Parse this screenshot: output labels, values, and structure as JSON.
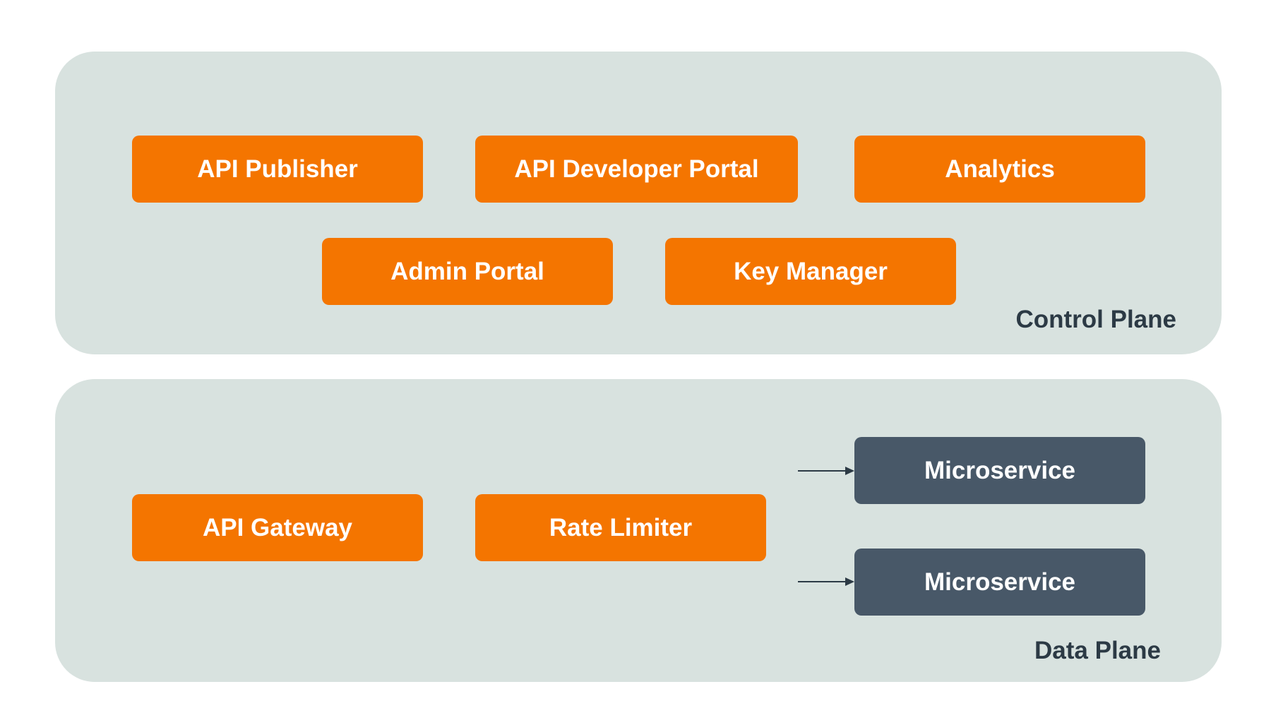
{
  "colors": {
    "plane_background": "#d8e2df",
    "component_orange": "#f47500",
    "service_slate": "#485868",
    "plane_label_text": "#2c3a45",
    "box_text": "#ffffff"
  },
  "control_plane": {
    "label": "Control Plane",
    "components": [
      "API Publisher",
      "API Developer Portal",
      "Analytics",
      "Admin Portal",
      "Key Manager"
    ]
  },
  "data_plane": {
    "label": "Data Plane",
    "components": [
      "API Gateway",
      "Rate Limiter"
    ],
    "services": [
      "Microservice",
      "Microservice"
    ]
  }
}
